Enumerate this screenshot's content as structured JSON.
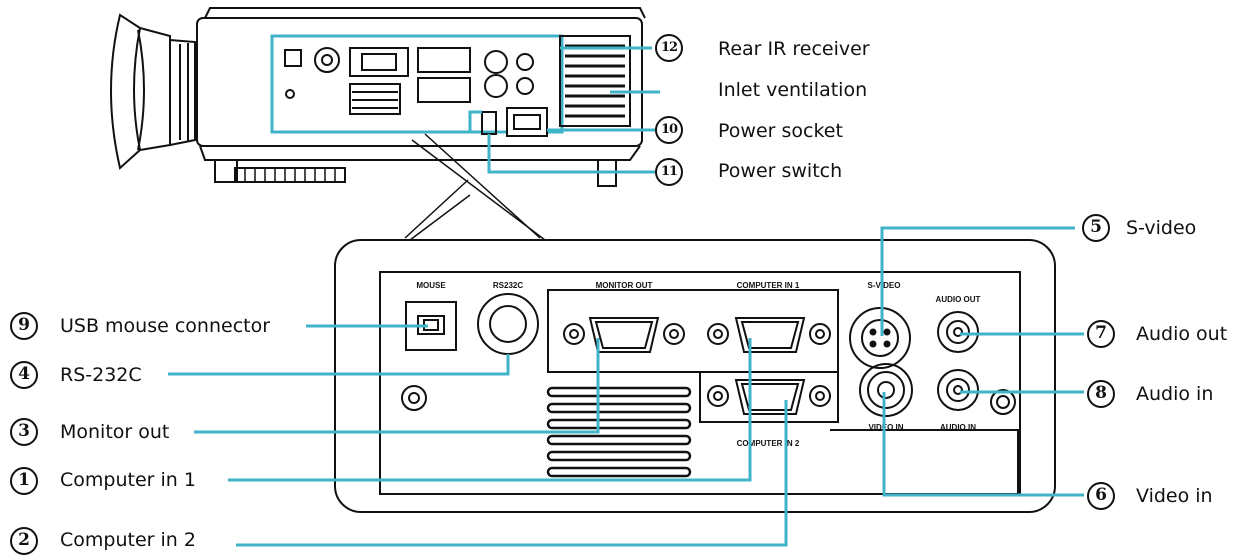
{
  "diagram": {
    "callouts": {
      "rear_ir": {
        "number": "12",
        "label": "Rear IR receiver"
      },
      "inlet": {
        "label": "Inlet ventilation"
      },
      "power_socket": {
        "number": "10",
        "label": "Power socket"
      },
      "power_switch": {
        "number": "11",
        "label": "Power switch"
      },
      "s_video": {
        "number": "5",
        "label": "S-video"
      },
      "usb_mouse": {
        "number": "9",
        "label": "USB mouse connector"
      },
      "rs232c": {
        "number": "4",
        "label": "RS-232C"
      },
      "monitor_out": {
        "number": "3",
        "label": "Monitor out"
      },
      "computer_in1": {
        "number": "1",
        "label": "Computer in 1"
      },
      "computer_in2": {
        "number": "2",
        "label": "Computer in 2"
      },
      "audio_out": {
        "number": "7",
        "label": "Audio out"
      },
      "audio_in": {
        "number": "8",
        "label": "Audio in"
      },
      "video_in": {
        "number": "6",
        "label": "Video in"
      }
    },
    "panel_labels": {
      "mouse": "MOUSE",
      "rs232c": "RS232C",
      "monitor_out": "MONITOR OUT",
      "computer_in1": "COMPUTER IN 1",
      "s_video": "S-VIDEO",
      "audio_out": "AUDIO OUT",
      "computer_in2": "COMPUTER IN 2",
      "video_in": "VIDEO IN",
      "audio_in": "AUDIO IN"
    },
    "callout_color": "#3fb3c8"
  }
}
